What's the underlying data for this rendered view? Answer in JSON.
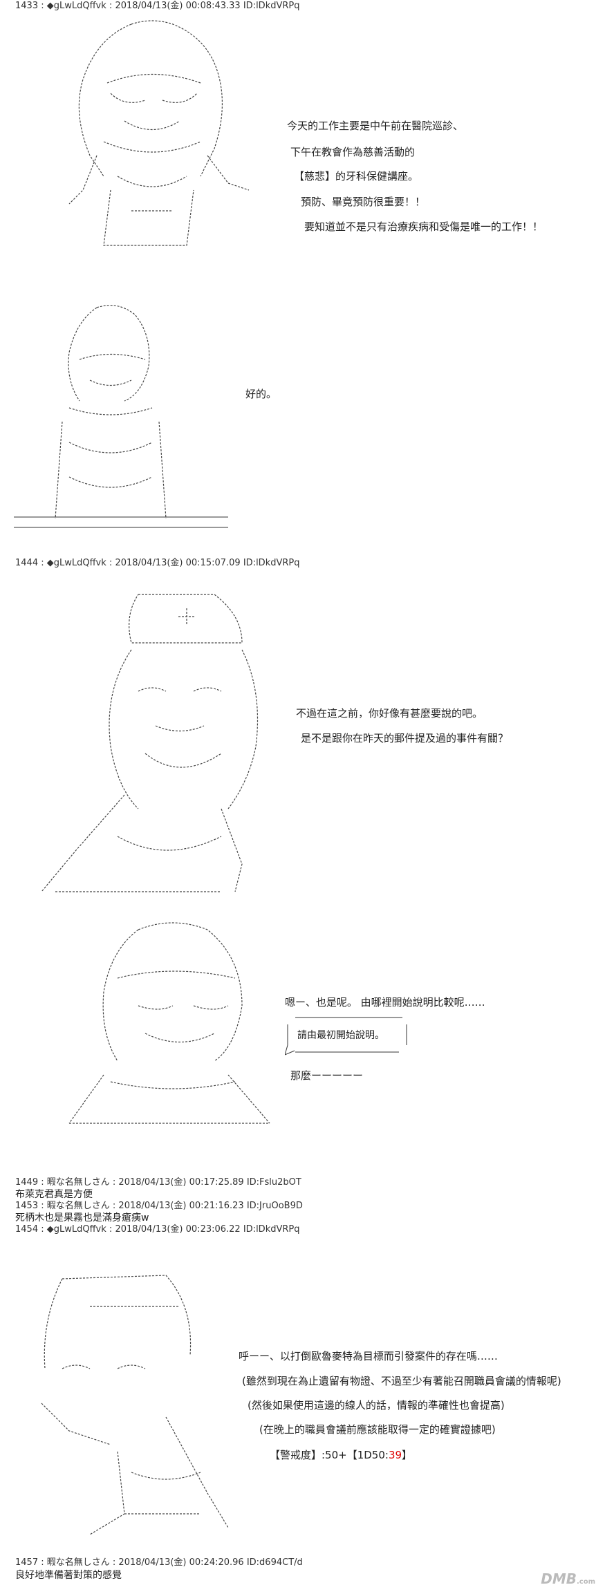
{
  "posts": [
    {
      "number": "1433",
      "name": "◆gLwLdQffvk",
      "datetime": "2018/04/13(金) 00:08:43.33",
      "id": "ID:lDkdVRPq"
    },
    {
      "number": "1444",
      "name": "◆gLwLdQffvk",
      "datetime": "2018/04/13(金) 00:15:07.09",
      "id": "ID:lDkdVRPq"
    },
    {
      "number": "1449",
      "name": "暇な名無しさん",
      "datetime": "2018/04/13(金) 00:17:25.89",
      "id": "ID:Fslu2bOT"
    },
    {
      "number": "1453",
      "name": "暇な名無しさん",
      "datetime": "2018/04/13(金) 00:21:16.23",
      "id": "ID:JruOoB9D"
    },
    {
      "number": "1454",
      "name": "◆gLwLdQffvk",
      "datetime": "2018/04/13(金) 00:23:06.22",
      "id": "ID:lDkdVRPq"
    },
    {
      "number": "1457",
      "name": "暇な名無しさん",
      "datetime": "2018/04/13(金) 00:24:20.96",
      "id": "ID:d694CT/d"
    }
  ],
  "scene1": {
    "lines": [
      "今天的工作主要是中午前在醫院巡診、",
      "下午在教會作為慈善活動的",
      "【慈悲】的牙科保健講座。",
      "預防、畢竟預防很重要！！",
      "要知道並不是只有治療疾病和受傷是唯一的工作！！"
    ],
    "reply": "好的。"
  },
  "scene2": {
    "lines": [
      "不過在這之前，你好像有甚麼要說的吧。",
      "是不是跟你在昨天的郵件提及過的事件有關？"
    ],
    "line1": "嗯ー、也是呢。 由哪裡開始說明比較呢……",
    "bubble": "請由最初開始說明。",
    "line2": "那麼ーーーーー"
  },
  "comments": {
    "c1449": "布萊克君真是方便",
    "c1453": "死柄木也是果霧也是滿身瘡痍w",
    "c1457": "良好地準備著對策的感覺"
  },
  "scene3": {
    "lines": [
      "呼ーー、以打倒歐魯麥特為目標而引發案件的存在嗎……",
      "(雖然到現在為止遺留有物證、不過至少有著能召開職員會議的情報呢)",
      "(然後如果使用這邊的線人的話，情報的準確性也會提高)",
      "(在晚上的職員會議前應該能取得一定的確實證據吧)"
    ],
    "alert_label": "【警戒度】:50+【1D50:",
    "alert_value": "39",
    "alert_close": "】"
  },
  "watermark": {
    "main": "DMB",
    "sub": ".com"
  }
}
